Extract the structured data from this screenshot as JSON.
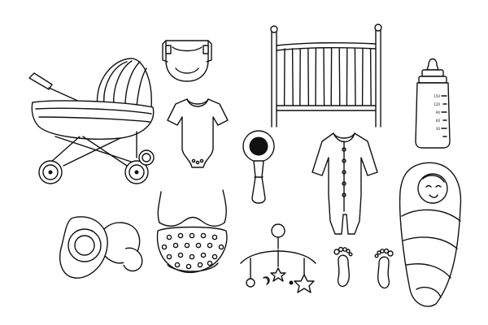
{
  "canvas": {
    "background": "#ffffff",
    "ink": "#111111"
  },
  "illustration": {
    "style": "hand-drawn black line doodles",
    "items": [
      "baby-stroller-icon",
      "diaper-icon",
      "baby-crib-icon",
      "baby-bottle-icon",
      "baby-bodysuit-icon",
      "baby-rattle-icon",
      "baby-sleepsuit-icon",
      "swaddled-baby-icon",
      "pacifier-icon",
      "pregnant-belly-icon",
      "crib-mobile-icon",
      "baby-footprints-icon"
    ],
    "bottle_marks": [
      "150",
      "120",
      "90",
      "60",
      "30"
    ]
  }
}
